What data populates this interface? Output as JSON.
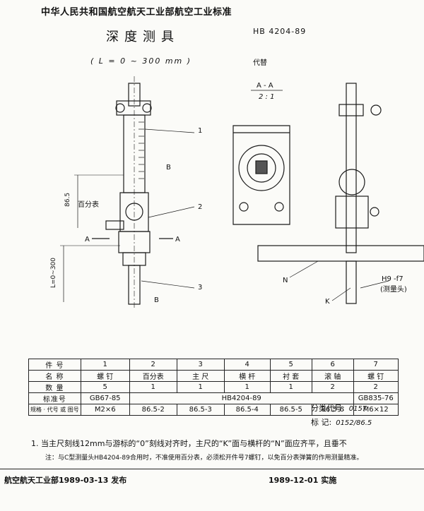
{
  "header": {
    "org_title": "中华人民共和国航空航天工业部航空工业标准"
  },
  "doc": {
    "title": "深度测具",
    "range": "( L = 0 ~ 300 mm )",
    "standard_no": "HB 4204-89",
    "replaces": "代替"
  },
  "drawing": {
    "section_label": "A - A",
    "section_scale": "2 : 1",
    "dim_vertical_1": "86.5",
    "dim_vertical_2": "L=0~300",
    "label_dial": "百分表",
    "callouts": [
      "1",
      "2",
      "3"
    ],
    "letter_A": "A",
    "letter_B": "B",
    "letter_N": "N",
    "letter_K": "K",
    "fit_label": "H9 -f7",
    "probe_label": "(测量头)"
  },
  "classification": {
    "label": "分类代号:",
    "value": "0157"
  },
  "supersedes": {
    "label": "标   记:",
    "value": "0152/86.5"
  },
  "parts_table": {
    "row_headers": [
      "件  号",
      "名  称",
      "数  量",
      "标准号",
      "规格 · 代号 或 图号"
    ],
    "columns": [
      "1",
      "2",
      "3",
      "4",
      "5",
      "6",
      "7"
    ],
    "names": [
      "螺 钉",
      "百分表",
      "主 尺",
      "横 杆",
      "衬 套",
      "滚 轴",
      "螺 钉"
    ],
    "quantities": [
      "5",
      "1",
      "1",
      "1",
      "1",
      "2",
      "2"
    ],
    "std_first": "GB67-85",
    "std_mid": "HB4204-89",
    "std_last": "GB835-76",
    "specs": [
      "M2×6",
      "86.5-2",
      "86.5-3",
      "86.5-4",
      "86.5-5",
      "86.5-6",
      "M6×12"
    ]
  },
  "notes": {
    "note1": "1. 当主尺刻线12mm与游标的“0”刻线对齐时，主尺的“K”面与横杆的“N”面应齐平，且垂不",
    "note2": "注：与C型测量头HB4204-89合用时，不准使用百分表，必须松开件号7螺钉，以免百分表弹簧的作用测量精准。"
  },
  "footer": {
    "issued": "航空航天工业部1989-03-13 发布",
    "effective": "1989-12-01  实施"
  }
}
